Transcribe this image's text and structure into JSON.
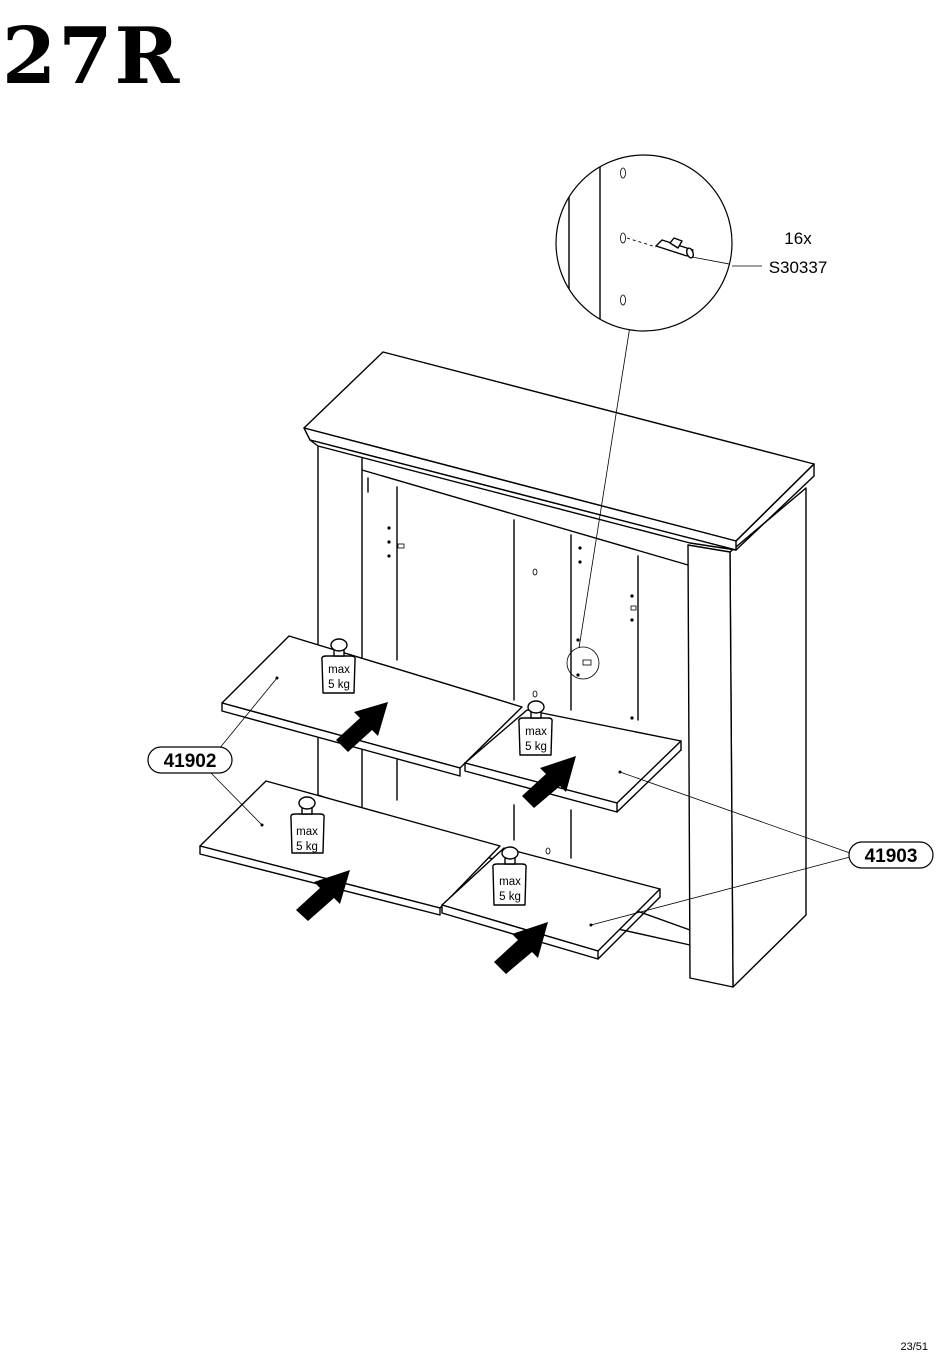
{
  "step": {
    "number": "27R"
  },
  "hardware": {
    "quantity": "16x",
    "code": "S30337"
  },
  "parts": [
    {
      "id": "41902"
    },
    {
      "id": "41903"
    }
  ],
  "weight_limit": {
    "line1": "max",
    "line2": "5 kg"
  },
  "page": {
    "indicator": "23/51"
  }
}
